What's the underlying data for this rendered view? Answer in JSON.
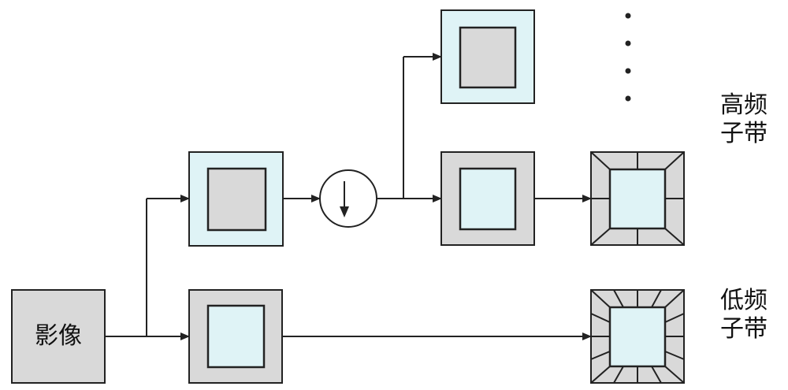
{
  "labels": {
    "image": "影像",
    "high_band_line1": "高频",
    "high_band_line2": "子带",
    "low_band_line1": "低频",
    "low_band_line2": "子带"
  },
  "colors": {
    "light_blue": "#dff3f6",
    "light_gray": "#d9d9d9",
    "stroke": "#222222",
    "background": "#ffffff"
  },
  "icons": {
    "downsample": "down-arrow-in-circle",
    "continuation": "vertical-ellipsis"
  }
}
